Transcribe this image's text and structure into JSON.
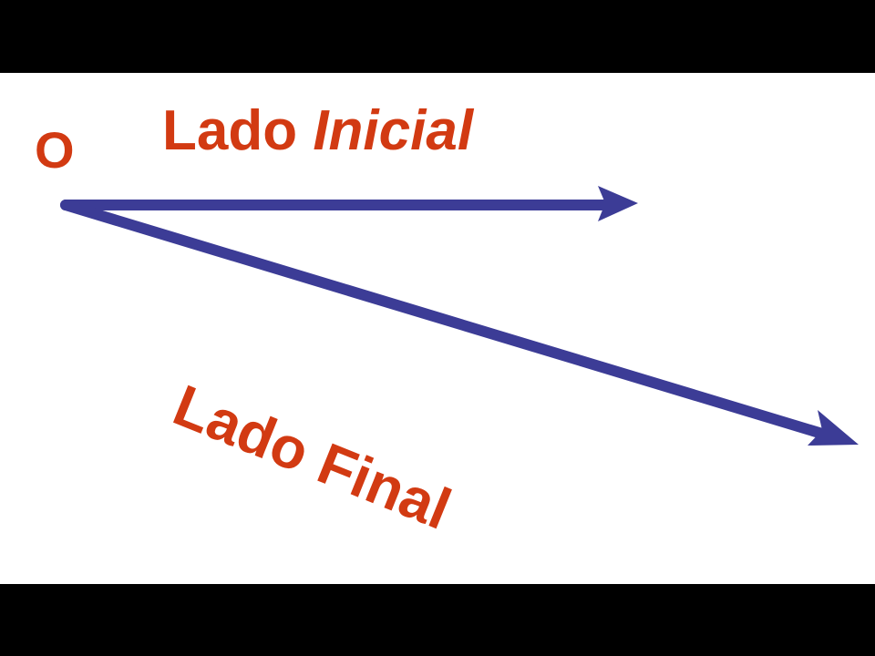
{
  "diagram": {
    "vertex_label": "O",
    "initial_side_label": {
      "regular": "Lado ",
      "italic": "Inicial"
    },
    "final_side_label": "Lado Final",
    "colors": {
      "label": "#d23a12",
      "arrow": "#3c3c96",
      "background": "#ffffff",
      "letterbox": "#000000"
    }
  }
}
